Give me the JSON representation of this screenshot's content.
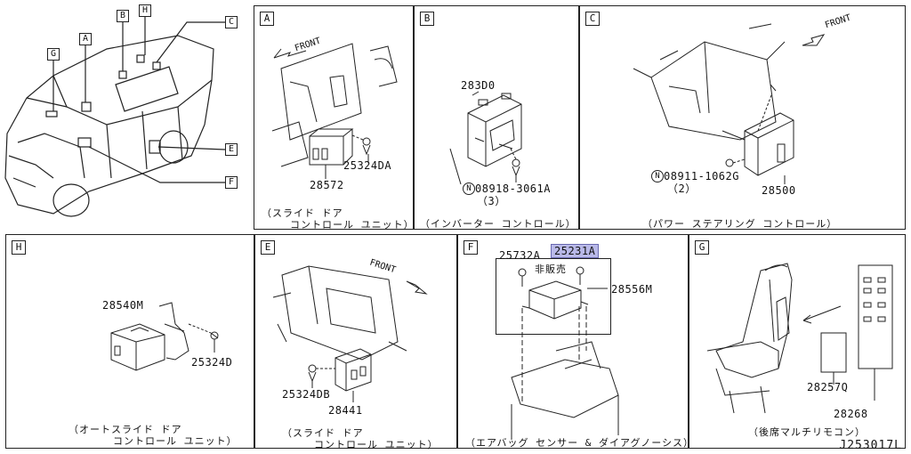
{
  "overview": {
    "callouts": [
      "A",
      "B",
      "H",
      "C",
      "G",
      "E",
      "F"
    ]
  },
  "panels": {
    "A": {
      "letter": "A",
      "front": "FRONT",
      "parts": [
        "25324DA",
        "28572"
      ],
      "caption_l1": "（スライド ドア",
      "caption_l2": "コントロール ユニット）"
    },
    "B": {
      "letter": "B",
      "parts": [
        "283D0",
        "08918-3061A",
        "（3）"
      ],
      "n_mark": "N",
      "caption_l1": "（インバーター コントロール）"
    },
    "C": {
      "letter": "C",
      "front": "FRONT",
      "parts": [
        "08911-1062G",
        "（2）",
        "28500"
      ],
      "n_mark": "N",
      "caption_l1": "（パワー ステアリング コントロール）"
    },
    "H": {
      "letter": "H",
      "parts": [
        "28540M",
        "25324D"
      ],
      "caption_l1": "（オートスライド ドア",
      "caption_l2": "コントロール ユニット）"
    },
    "E": {
      "letter": "E",
      "front": "FRONT",
      "parts": [
        "25324DB",
        "28441"
      ],
      "caption_l1": "（スライド ドア",
      "caption_l2": "コントロール ユニット）"
    },
    "F": {
      "letter": "F",
      "parts": [
        "25732A",
        "25231A",
        "28556M"
      ],
      "note": "非販売",
      "caption_l1": "（エアバッグ センサー & ダイアグノーシス）"
    },
    "G": {
      "letter": "G",
      "parts": [
        "28257Q",
        "28268"
      ],
      "caption_l1": "（後席マルチリモコン）"
    }
  },
  "reference": "J253017L",
  "colors": {
    "highlight": "#b9b9e8",
    "line": "#222222"
  }
}
